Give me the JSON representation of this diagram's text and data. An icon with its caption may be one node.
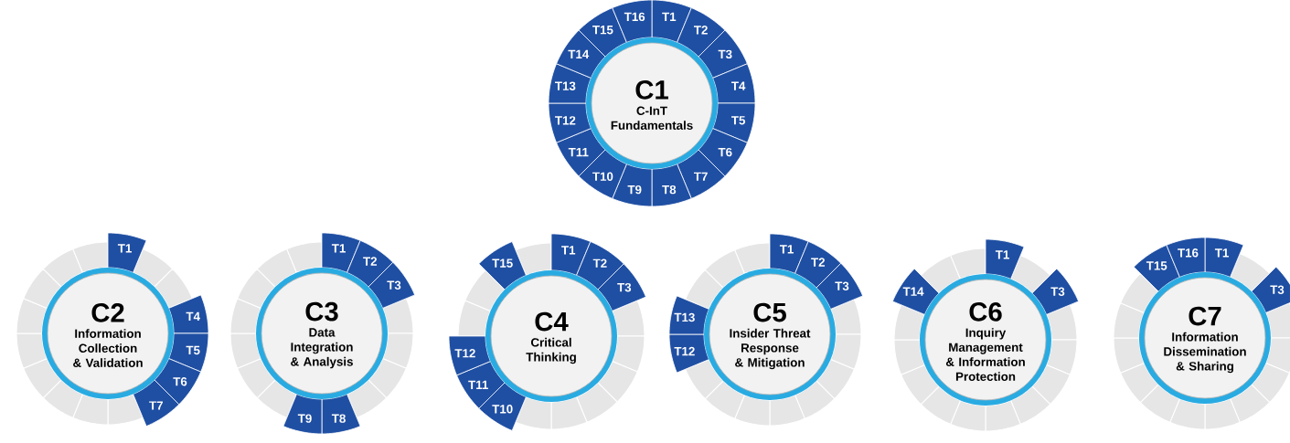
{
  "diagram": {
    "nodes": [
      {
        "text": [
          "C1",
          "C-InT Fundamentals"
        ]
      },
      {
        "text": [
          "T1"
        ]
      },
      {
        "text": [
          "T2"
        ]
      },
      {
        "text": [
          "T3"
        ]
      },
      {
        "text": [
          "T4"
        ]
      },
      {
        "text": [
          "T5"
        ]
      },
      {
        "text": [
          "T6"
        ]
      },
      {
        "text": [
          "T7"
        ]
      },
      {
        "text": [
          "T8"
        ]
      },
      {
        "text": [
          "T9"
        ]
      },
      {
        "text": [
          "T10"
        ]
      },
      {
        "text": [
          "T11"
        ]
      },
      {
        "text": [
          "T12"
        ]
      },
      {
        "text": [
          "T13"
        ]
      },
      {
        "text": [
          "T14"
        ]
      },
      {
        "text": [
          "T15"
        ]
      },
      {
        "text": [
          "T16"
        ]
      },
      {
        "text": [
          "C2",
          "Information Collection & Validation"
        ]
      },
      {
        "text": [
          "T1"
        ]
      },
      {
        "text": [
          "T4"
        ]
      },
      {
        "text": [
          "T5"
        ]
      },
      {
        "text": [
          "T6"
        ]
      },
      {
        "text": [
          "T7"
        ]
      },
      {
        "text": [
          "C3",
          "Data Integration & Analysis"
        ]
      },
      {
        "text": [
          "T1"
        ]
      },
      {
        "text": [
          "T2"
        ]
      },
      {
        "text": [
          "T3"
        ]
      },
      {
        "text": [
          "T8"
        ]
      },
      {
        "text": [
          "T9"
        ]
      },
      {
        "text": [
          "C4",
          "Critical Thinking"
        ]
      },
      {
        "text": [
          "T1"
        ]
      },
      {
        "text": [
          "T2"
        ]
      },
      {
        "text": [
          "T3"
        ]
      },
      {
        "text": [
          "T10"
        ]
      },
      {
        "text": [
          "T11"
        ]
      },
      {
        "text": [
          "T12"
        ]
      },
      {
        "text": [
          "T15"
        ]
      },
      {
        "text": [
          "C5",
          "Insider Threat Response & Mitigation"
        ]
      },
      {
        "text": [
          "T1"
        ]
      },
      {
        "text": [
          "T2"
        ]
      },
      {
        "text": [
          "T3"
        ]
      },
      {
        "text": [
          "T12"
        ]
      },
      {
        "text": [
          "T13"
        ]
      },
      {
        "text": [
          "C6",
          "Inquiry Management & Information Protection"
        ]
      },
      {
        "text": [
          "T1"
        ]
      },
      {
        "text": [
          "T3"
        ]
      },
      {
        "text": [
          "T14"
        ]
      },
      {
        "text": [
          "C7",
          "Information Dissemination & Sharing"
        ]
      },
      {
        "text": [
          "T1"
        ]
      },
      {
        "text": [
          "T3"
        ]
      },
      {
        "text": [
          "T15"
        ]
      },
      {
        "text": [
          "T16"
        ]
      }
    ]
  }
}
